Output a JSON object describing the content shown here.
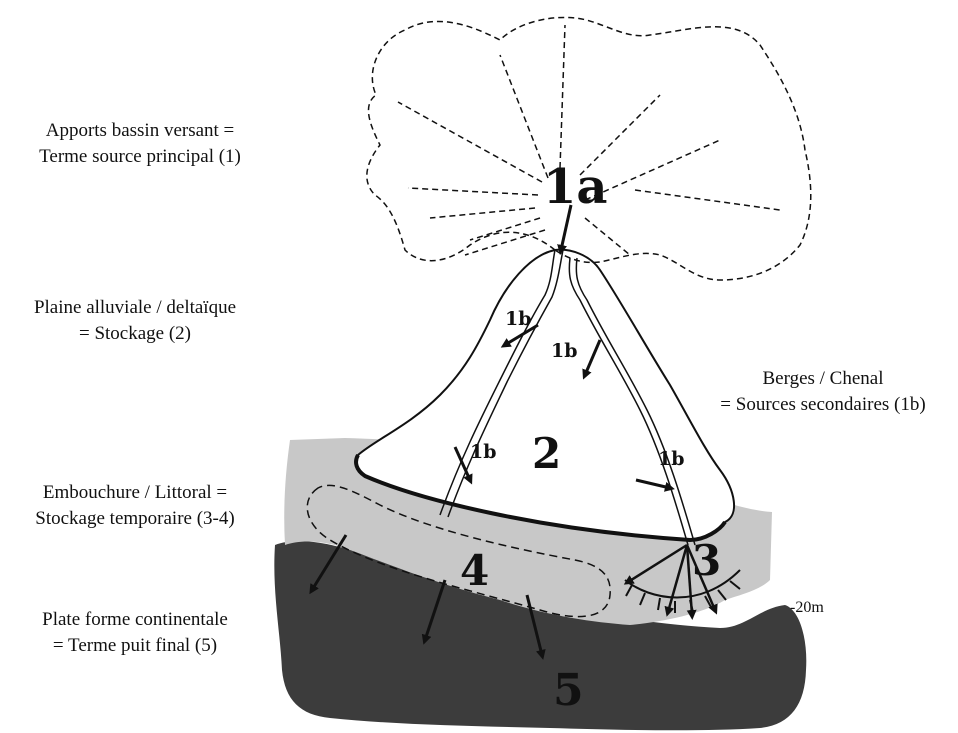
{
  "labels": {
    "source": [
      "Apports bassin versant =",
      "Terme source principal (1)"
    ],
    "plain": [
      "Plaine alluviale / deltaïque",
      "= Stockage (2)"
    ],
    "banks": [
      "Berges / Chenal",
      "= Sources secondaires (1b)"
    ],
    "mouth": [
      "Embouchure / Littoral =",
      "Stockage temporaire (3-4)"
    ],
    "shelf": [
      "Plate forme continentale",
      "= Terme puit final (5)"
    ]
  },
  "zones": {
    "z1a": "1a",
    "z1b": "1b",
    "z2": "2",
    "z3": "3",
    "z4": "4",
    "z5": "5"
  },
  "depth": "-20m",
  "colors": {
    "shelf": "#3c3c3c",
    "coast": "#c8c8c8",
    "plain": "#ffffff",
    "ink": "#111111"
  }
}
